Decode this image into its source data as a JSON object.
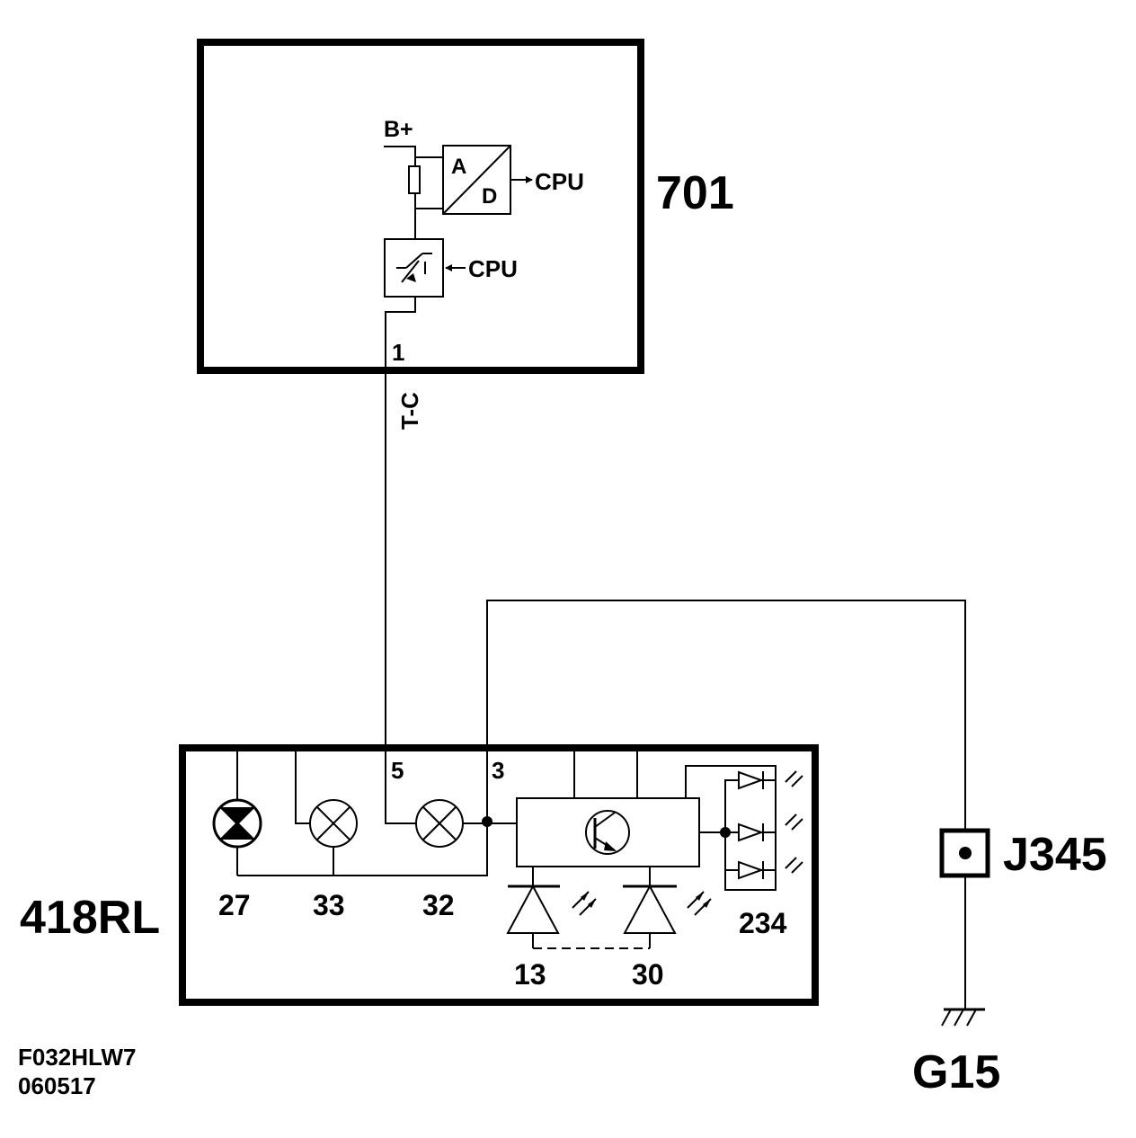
{
  "colors": {
    "line": "#000000",
    "background": "#ffffff"
  },
  "module_701": {
    "id": "701",
    "supply": "B+",
    "adc_top": "A",
    "adc_bottom": "D",
    "adc_out": "CPU",
    "driver_in": "CPU",
    "pin": "1"
  },
  "wire": {
    "name": "T-C"
  },
  "cluster_418RL": {
    "id": "418RL",
    "pin_5": "5",
    "pin_3": "3",
    "lamps": [
      "27",
      "33",
      "32"
    ],
    "leds": [
      "13",
      "30"
    ],
    "led_array": "234"
  },
  "connector": {
    "id": "J345"
  },
  "ground": {
    "id": "G15"
  },
  "drawing_code": {
    "line1": "F032HLW7",
    "line2": "060517"
  }
}
